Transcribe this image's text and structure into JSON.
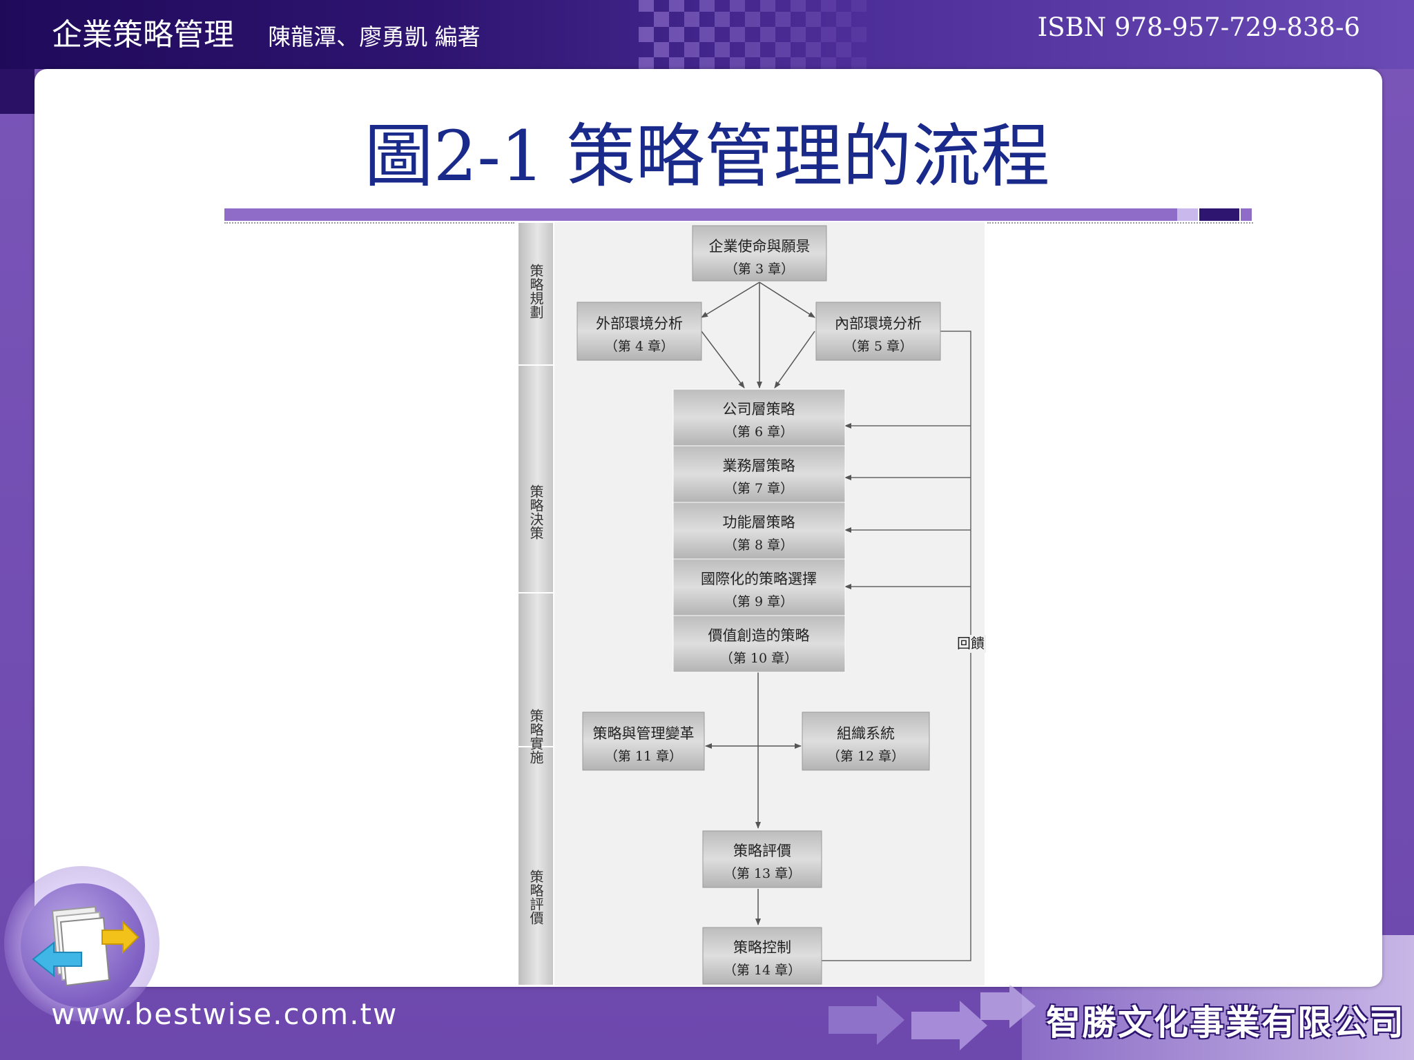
{
  "header": {
    "book_title": "企業策略管理",
    "authors": "陳龍潭、廖勇凱 編著",
    "isbn": "ISBN 978-957-729-838-6"
  },
  "slide": {
    "title": "圖2-1  策略管理的流程"
  },
  "diagram": {
    "phases": [
      "策略規劃",
      "策略決策",
      "策略實施",
      "策略評價"
    ],
    "boxes": {
      "mission": {
        "title": "企業使命與願景",
        "chapter": "（第 3 章）"
      },
      "external": {
        "title": "外部環境分析",
        "chapter": "（第 4 章）"
      },
      "internal": {
        "title": "內部環境分析",
        "chapter": "（第 5 章）"
      },
      "corporate": {
        "title": "公司層策略",
        "chapter": "（第 6 章）"
      },
      "business": {
        "title": "業務層策略",
        "chapter": "（第 7 章）"
      },
      "functional": {
        "title": "功能層策略",
        "chapter": "（第 8 章）"
      },
      "international": {
        "title": "國際化的策略選擇",
        "chapter": "（第 9 章）"
      },
      "value": {
        "title": "價值創造的策略",
        "chapter": "（第 10 章）"
      },
      "change": {
        "title": "策略與管理變革",
        "chapter": "（第 11 章）"
      },
      "org": {
        "title": "組織系統",
        "chapter": "（第 12 章）"
      },
      "evaluation": {
        "title": "策略評價",
        "chapter": "（第 13 章）"
      },
      "control": {
        "title": "策略控制",
        "chapter": "（第 14 章）"
      }
    },
    "feedback_label": "回饋"
  },
  "footer": {
    "url": "www.bestwise.com.tw",
    "company": "智勝文化事業有限公司"
  }
}
